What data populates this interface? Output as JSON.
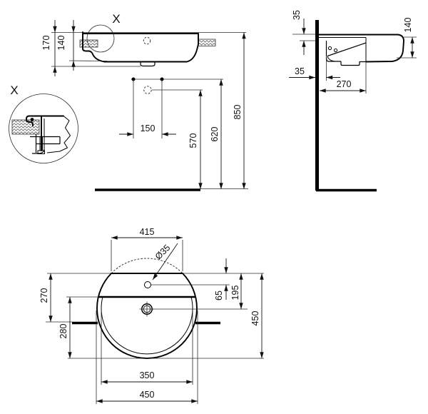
{
  "views": {
    "front_view": {
      "detail_marker": "X",
      "dims": {
        "total_height_with_trap": "170",
        "basin_height": "140",
        "fixing_holes_spacing": "150",
        "tap_hole_height": "570",
        "fixing_holes_height": "620",
        "rim_height": "850"
      }
    },
    "side_view": {
      "dims": {
        "rim_above_counter": "35",
        "basin_depth_front": "140",
        "wall_clearance": "35",
        "counter_depth": "270"
      }
    },
    "detail_view": {
      "marker": "X"
    },
    "plan_view": {
      "dims": {
        "cutout_width": "415",
        "tap_hole_diameter": "Ø35",
        "tap_hole_offset": "65",
        "drain_offset": "195",
        "overall_depth": "450",
        "recess_depth": "270",
        "front_projection": "280",
        "bowl_diameter": "350",
        "overall_width": "450"
      }
    }
  }
}
